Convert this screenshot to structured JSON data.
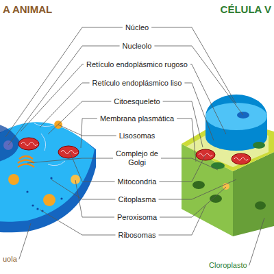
{
  "diagram": {
    "labels": [
      "A ANIMAL",
      "CÉLULA V",
      "Núcleo",
      "Nucleolo",
      "Retículo endoplásmico rugoso",
      "Retículo endoplásmico liso",
      "Citoesqueleto",
      "Membrana plasmática",
      "Lisosomas",
      "Complejo de Golgi",
      "Mitocondria",
      "Citoplasma",
      "Peroxisoma",
      "Ribosomas",
      "uola",
      "Cloroplasto"
    ]
  }
}
